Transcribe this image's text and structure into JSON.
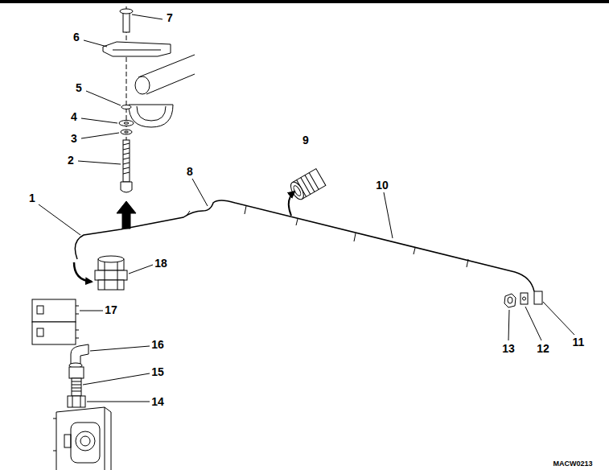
{
  "diagram": {
    "labels": [
      "7",
      "6",
      "5",
      "4",
      "3",
      "2",
      "1",
      "8",
      "9",
      "10",
      "18",
      "17",
      "16",
      "15",
      "14",
      "13",
      "12",
      "11",
      "MACW0213"
    ]
  }
}
